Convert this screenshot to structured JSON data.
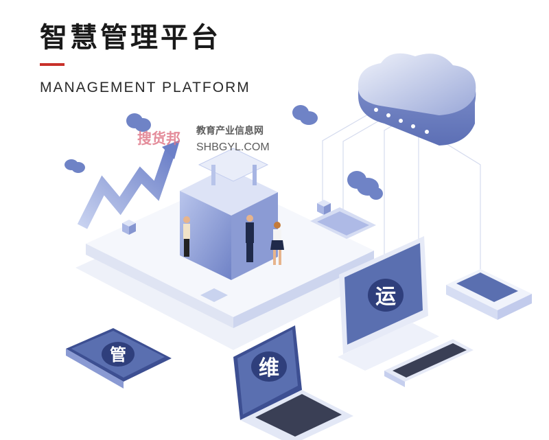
{
  "header": {
    "title": "智慧管理平台",
    "subtitle": "MANAGEMENT PLATFORM"
  },
  "watermark": {
    "brand": "搜货邦",
    "site_name": "教育产业信息网",
    "url": "SHBGYL.COM"
  },
  "devices": {
    "tablet_char": "管",
    "laptop_char": "维",
    "monitor_char": "运"
  },
  "colors": {
    "accent_red": "#c8302a",
    "brand_blue": "#5a6fb0",
    "dark_blue": "#3d4f92",
    "light_blue": "#c9d3ef",
    "pale_blue": "#e7ebf7"
  }
}
